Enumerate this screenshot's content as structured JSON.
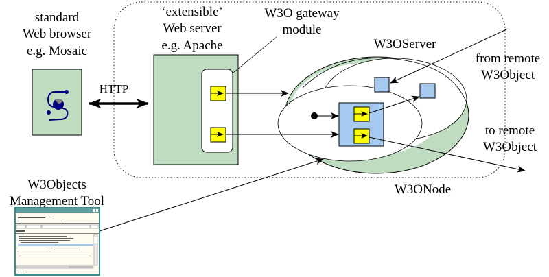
{
  "diagram": {
    "title": "W3Objects gateway architecture",
    "colors": {
      "green_fill": "#c0dcc0",
      "blue_fill": "#a6caf0",
      "yellow_fill": "#ffff00",
      "line": "#000000",
      "mosaic_blue": "#000080",
      "mosaic_gray": "#808080"
    },
    "labels": {
      "browser": [
        "standard",
        "Web browser",
        "e.g. Mosaic"
      ],
      "http": "HTTP",
      "web_server": [
        "‘extensible’",
        "Web server",
        "e.g. Apache"
      ],
      "gateway_module": [
        "W3O gateway",
        "module"
      ],
      "w3oserver": "W3OServer",
      "w3onode": "W3ONode",
      "from_remote": [
        "from remote",
        "W3Object"
      ],
      "to_remote": [
        "to remote",
        "W3Object"
      ],
      "mgmt_tool": [
        "W3Objects",
        "Management Tool"
      ]
    },
    "icons": {
      "browser_icon": "mosaic-globe-icon",
      "mgmt_tool_icon": "management-tool-window-thumbnail"
    }
  }
}
